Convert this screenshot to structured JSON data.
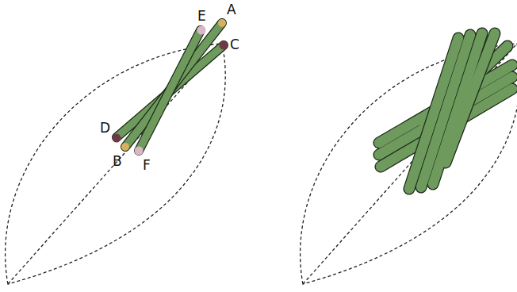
{
  "diagram": {
    "labels": [
      "E",
      "A",
      "C",
      "D",
      "B",
      "F"
    ]
  }
}
